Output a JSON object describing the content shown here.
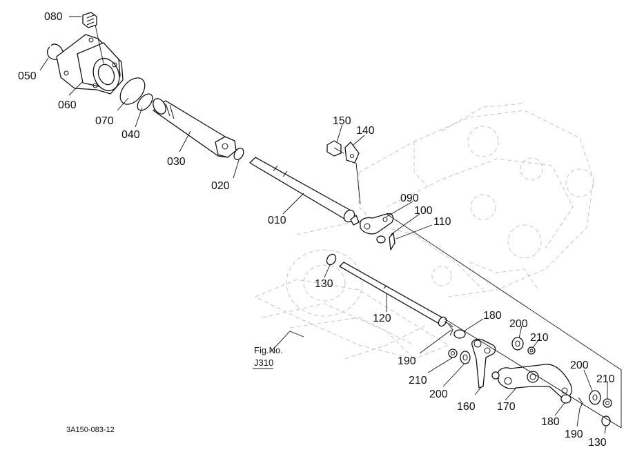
{
  "part_labels": [
    "080",
    "050",
    "060",
    "070",
    "040",
    "030",
    "020",
    "010",
    "150",
    "140",
    "090",
    "100",
    "110",
    "130",
    "120",
    "180",
    "200",
    "210",
    "190",
    "210",
    "200",
    "160",
    "170",
    "200",
    "210",
    "180",
    "190",
    "130"
  ],
  "fig_ref": {
    "line1": "Fig.No.",
    "line2": "J310"
  },
  "drawing_code": "3A150-083-12"
}
